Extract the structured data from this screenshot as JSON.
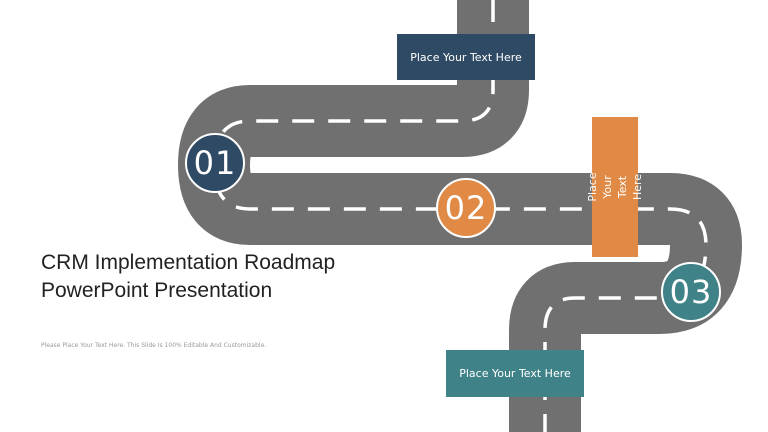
{
  "slide": {
    "title_line1": "CRM Implementation Roadmap",
    "title_line2": "PowerPoint Presentation",
    "subtitle": "Please Place Your Text Here. This Slide Is 100% Editable And Customizable."
  },
  "milestones": [
    {
      "number": "01",
      "color": "#2f4a64"
    },
    {
      "number": "02",
      "color": "#e08a45"
    },
    {
      "number": "03",
      "color": "#3f8288"
    }
  ],
  "callouts": [
    {
      "text": "Place Your Text Here",
      "color": "#2f4a64"
    },
    {
      "text": "Place Your Text Here",
      "color": "#e08a45"
    },
    {
      "text": "Place Your Text Here",
      "color": "#3f8288"
    }
  ],
  "colors": {
    "road": "#707070",
    "road_marking": "#ffffff",
    "background": "#ffffff"
  }
}
